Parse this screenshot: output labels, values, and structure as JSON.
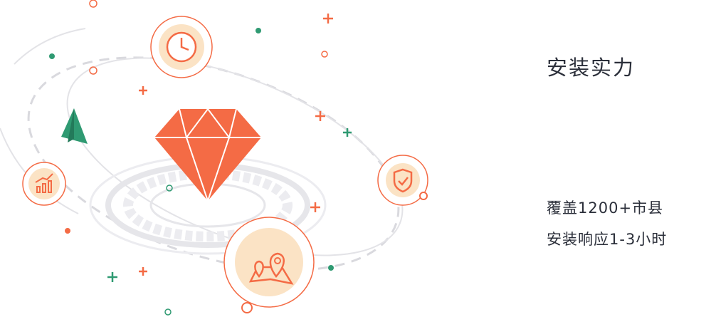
{
  "section": {
    "title": "安装实力",
    "lines": [
      "覆盖1200+市县",
      "安装响应1-3小时"
    ]
  },
  "colors": {
    "accent": "#f46b45",
    "green": "#2f9a72",
    "ring": "#e6e6ea",
    "pale": "#fbe3c5"
  },
  "icons": [
    "diamond-icon",
    "clock-icon",
    "chart-icon",
    "shield-check-icon",
    "map-pin-icon",
    "paper-plane-icon"
  ]
}
